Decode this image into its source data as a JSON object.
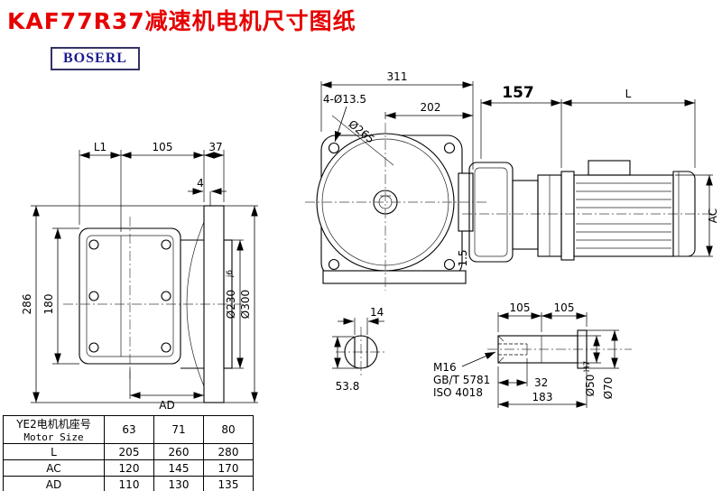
{
  "title": "KAF77R37减速机电机尺寸图纸",
  "logo": "BOSERL",
  "views": {
    "flange": {
      "L1": "L1",
      "d105": "105",
      "d37": "37",
      "d4": "4",
      "d286": "286",
      "d180": "180",
      "d230": "Ø230",
      "d230_tol": "j6",
      "d300": "Ø300",
      "AD": "AD"
    },
    "front": {
      "d311": "311",
      "d202": "202",
      "holes": "4-Ø13.5",
      "d265": "Ø265",
      "d1_5": "1.5"
    },
    "side": {
      "d157": "157",
      "L": "L",
      "AC": "AC"
    },
    "shaft": {
      "d14": "14",
      "d53_8": "53.8",
      "thread": "M16",
      "std1": "GB/T 5781",
      "std2": "ISO 4018",
      "d32": "32",
      "d183": "183",
      "d50": "Ø50",
      "d50_tol": "H7",
      "d70": "Ø70",
      "d105a": "105",
      "d105b": "105"
    }
  },
  "table": {
    "header_cn": "YE2电机机座号",
    "header_en": "Motor Size",
    "sizes": [
      "63",
      "71",
      "80"
    ],
    "rows": [
      {
        "label": "L",
        "v": [
          "205",
          "260",
          "280"
        ]
      },
      {
        "label": "AC",
        "v": [
          "120",
          "145",
          "170"
        ]
      },
      {
        "label": "AD",
        "v": [
          "110",
          "130",
          "135"
        ]
      }
    ]
  }
}
